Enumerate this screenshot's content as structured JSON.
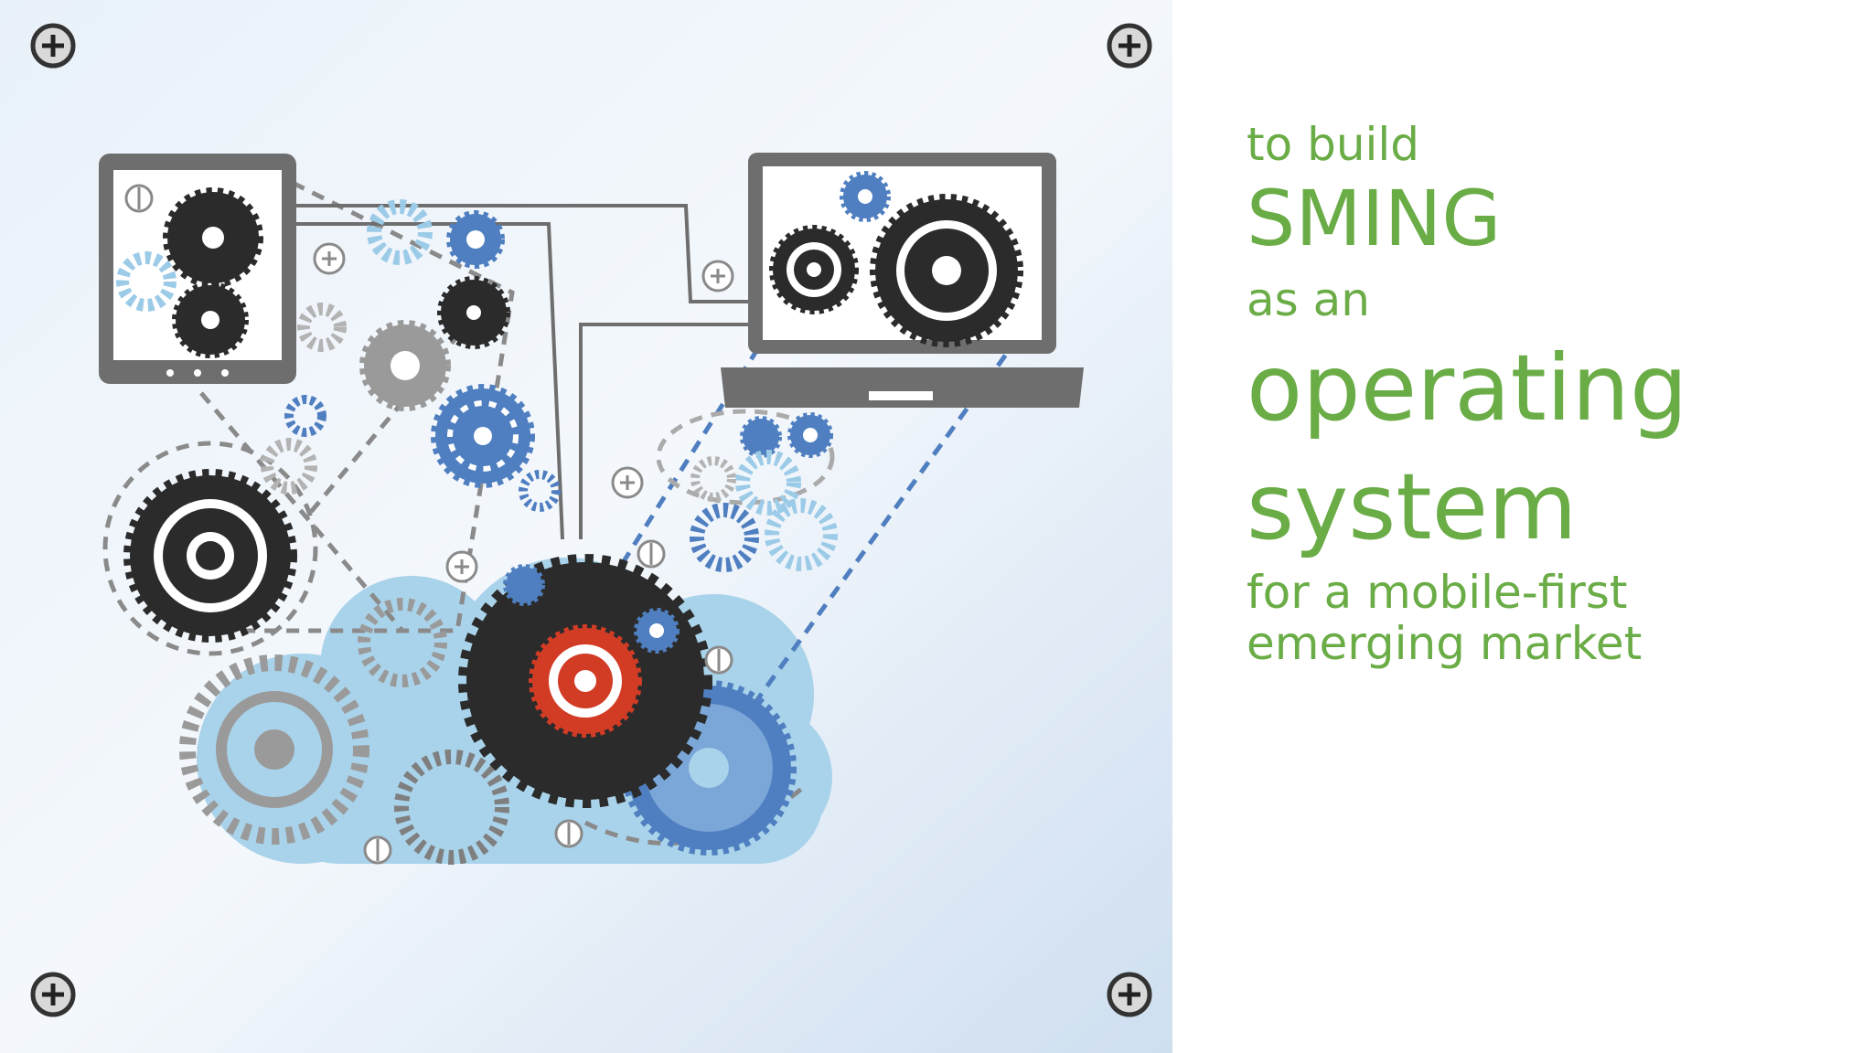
{
  "slide": {
    "lines": {
      "line1": "to build",
      "line2": "SMING",
      "line3": "as an",
      "line4": "operating",
      "line5": "system",
      "line6": "for a mobile-first",
      "line7": "emerging market"
    },
    "colors": {
      "text": "#6aac46",
      "gear_dark": "#2b2b2b",
      "gear_blue": "#4f7fc0",
      "gear_light_blue": "#9ccbe8",
      "gear_grey": "#9a9a9a",
      "gear_red": "#d23c25",
      "cloud": "#a9d3ea",
      "device": "#6e6e6e",
      "background_gradient_start": "#e9f1f9",
      "background_gradient_end": "#cfdff0"
    },
    "icons": [
      "screw-icon",
      "gear-icon",
      "tablet-icon",
      "laptop-icon",
      "cloud-icon"
    ]
  }
}
